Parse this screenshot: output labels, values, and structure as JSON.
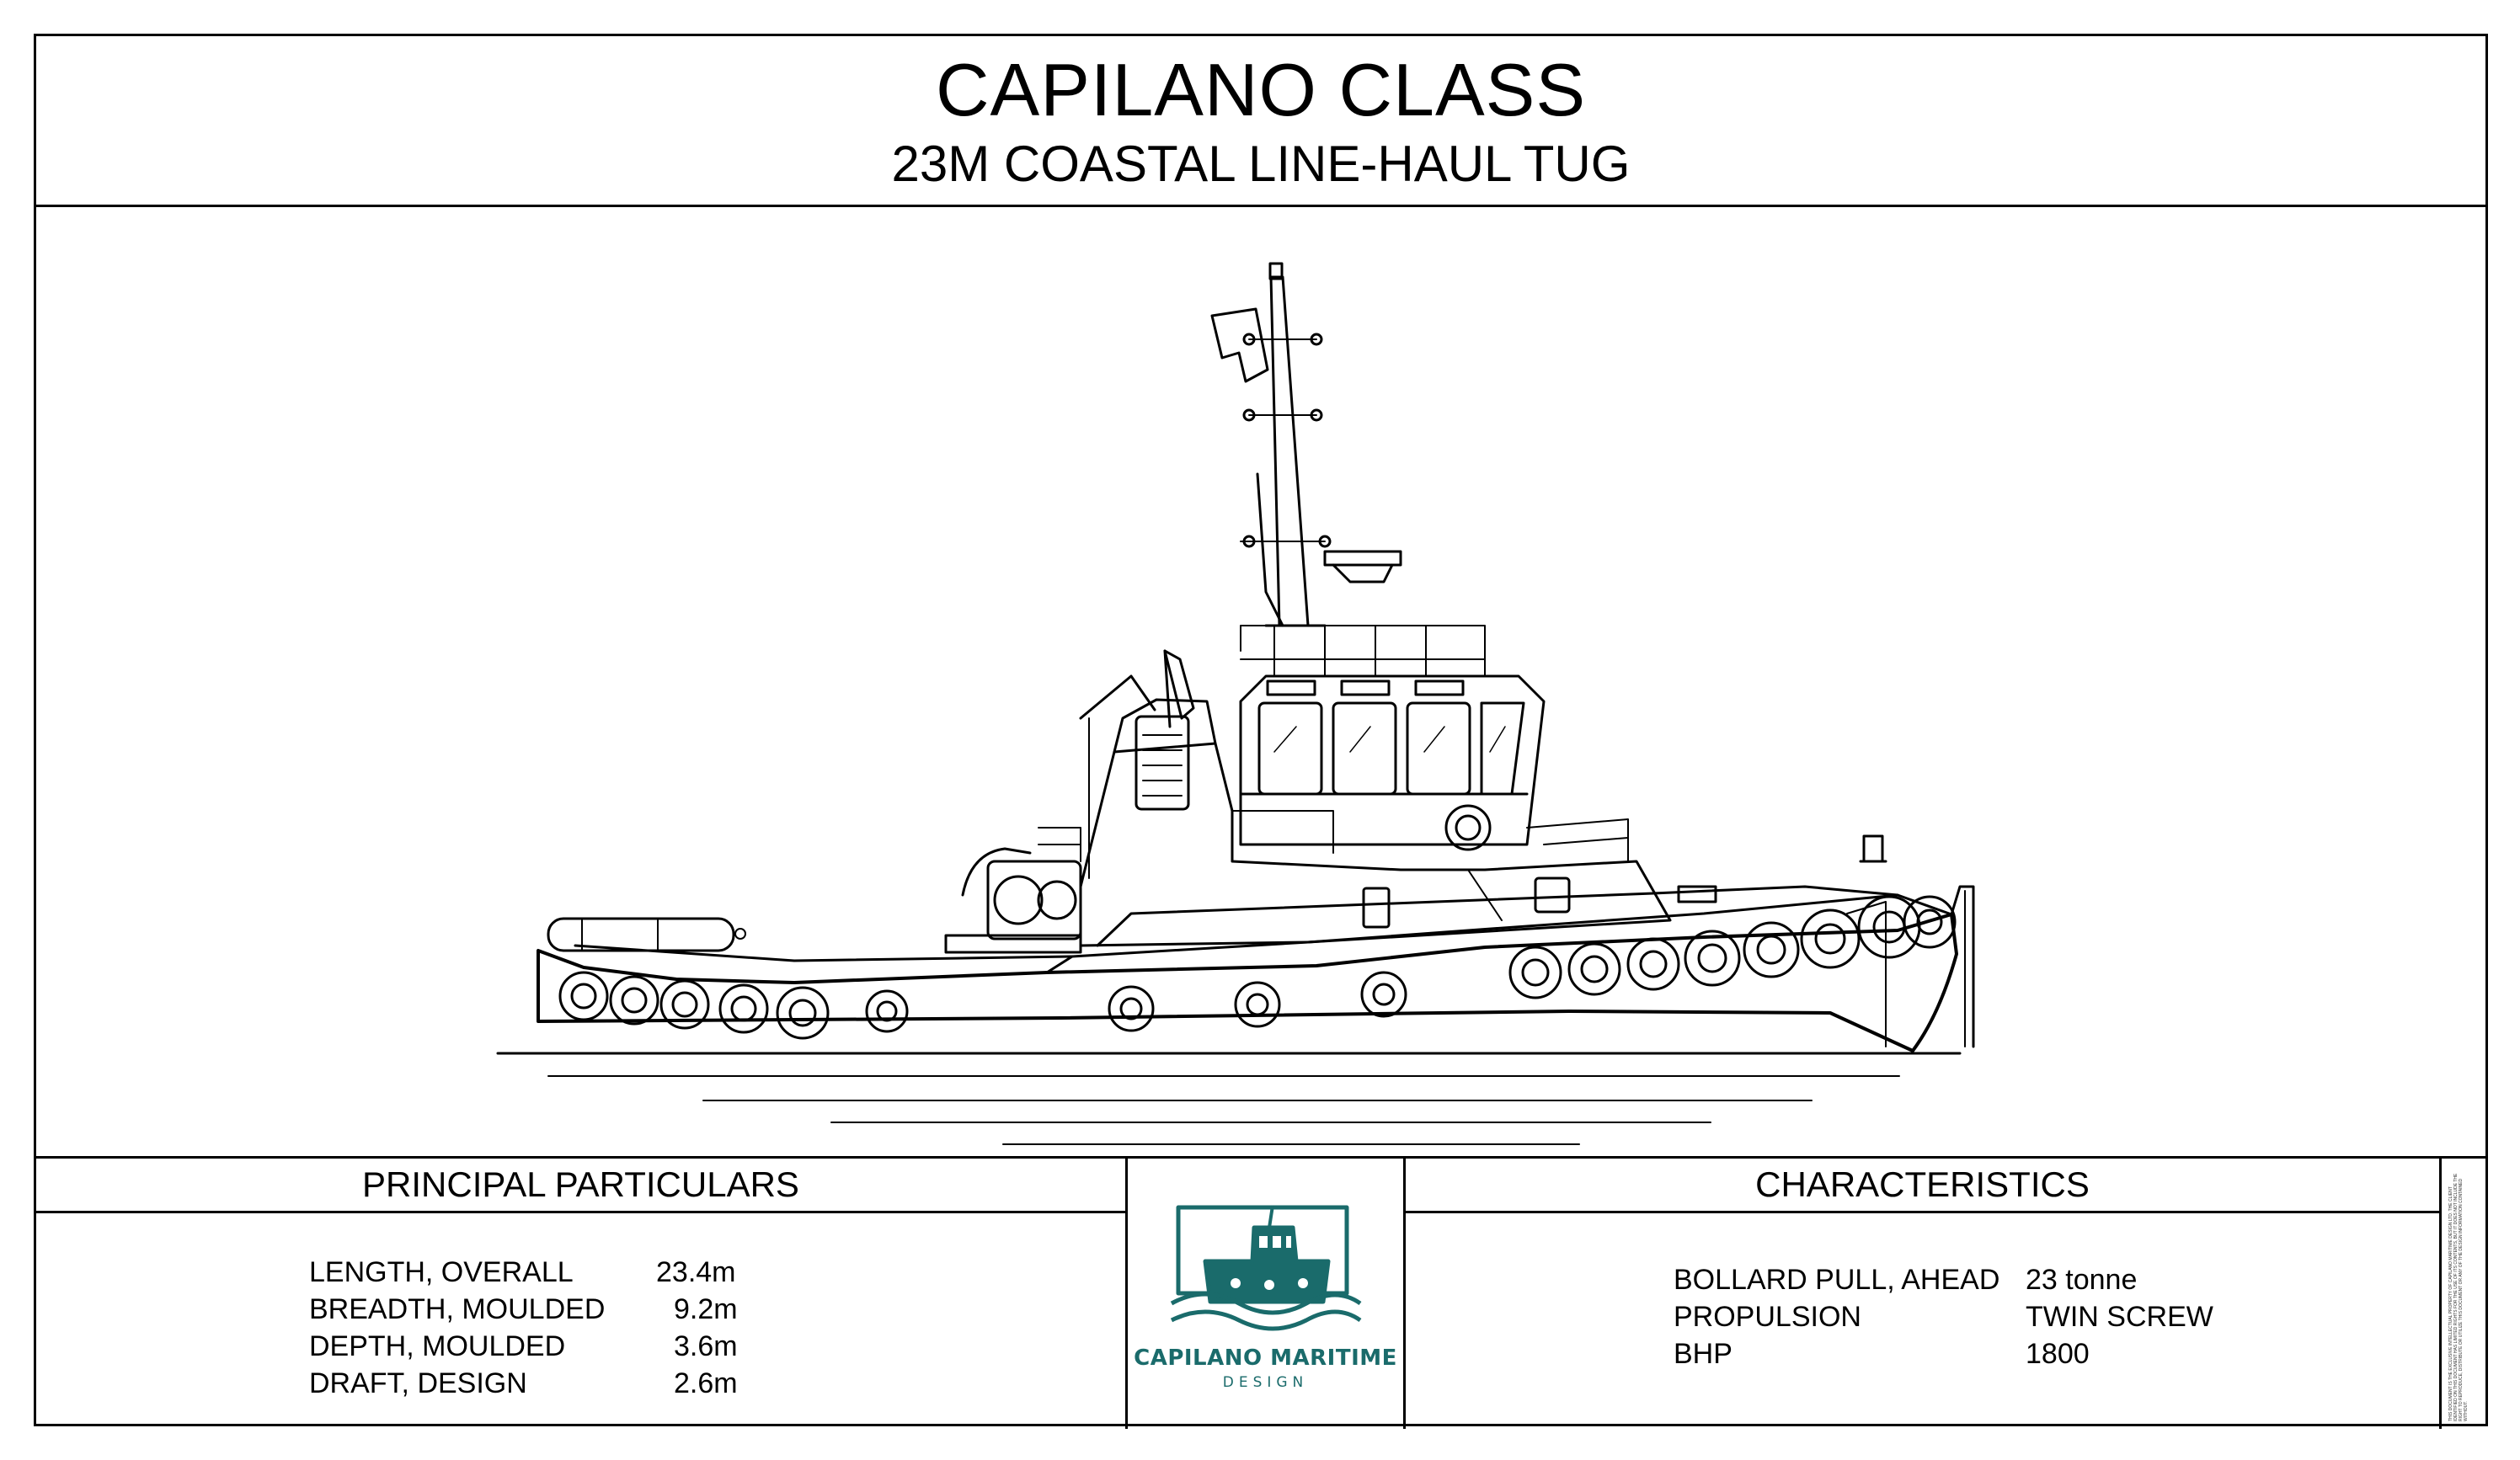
{
  "title": {
    "main": "CAPILANO CLASS",
    "sub": "23M COASTAL LINE-HAUL TUG"
  },
  "principal_particulars": {
    "heading": "PRINCIPAL PARTICULARS",
    "rows": [
      {
        "label": "LENGTH, OVERALL",
        "value": "23.4m"
      },
      {
        "label": "BREADTH, MOULDED",
        "value": "9.2m"
      },
      {
        "label": "DEPTH, MOULDED",
        "value": "3.6m"
      },
      {
        "label": "DRAFT, DESIGN",
        "value": "2.6m"
      }
    ]
  },
  "characteristics": {
    "heading": "CHARACTERISTICS",
    "rows": [
      {
        "label": "BOLLARD PULL, AHEAD",
        "value": "23 tonne"
      },
      {
        "label": "PROPULSION",
        "value": "TWIN SCREW"
      },
      {
        "label": "BHP",
        "value": "1800"
      }
    ]
  },
  "logo": {
    "name": "CAPILANO MARITIME",
    "sub": "DESIGN",
    "color": "#1a6b6b",
    "icon": "tug-boat-logo-icon"
  },
  "note": {
    "text": "THIS DOCUMENT IS THE EXCLUSIVE INTELLECTUAL PROPERTY OF CAPILANO MARITIME DESIGN LTD. THE CLIENT IDENTIFIED ON THIS DOCUMENT HAS LIMITED RIGHTS FOR THE USE OF ITS CONTENTS, BUT IT DOES NOT INCLUDE THE RIGHT TO REPRODUCE, DISTRIBUTE OR UTILIZE THIS DOCUMENT OR ANY OF THE DESIGN INFORMATION CONTAINED WITHOUT."
  },
  "drawing": {
    "icon": "tug-side-profile-drawing"
  }
}
